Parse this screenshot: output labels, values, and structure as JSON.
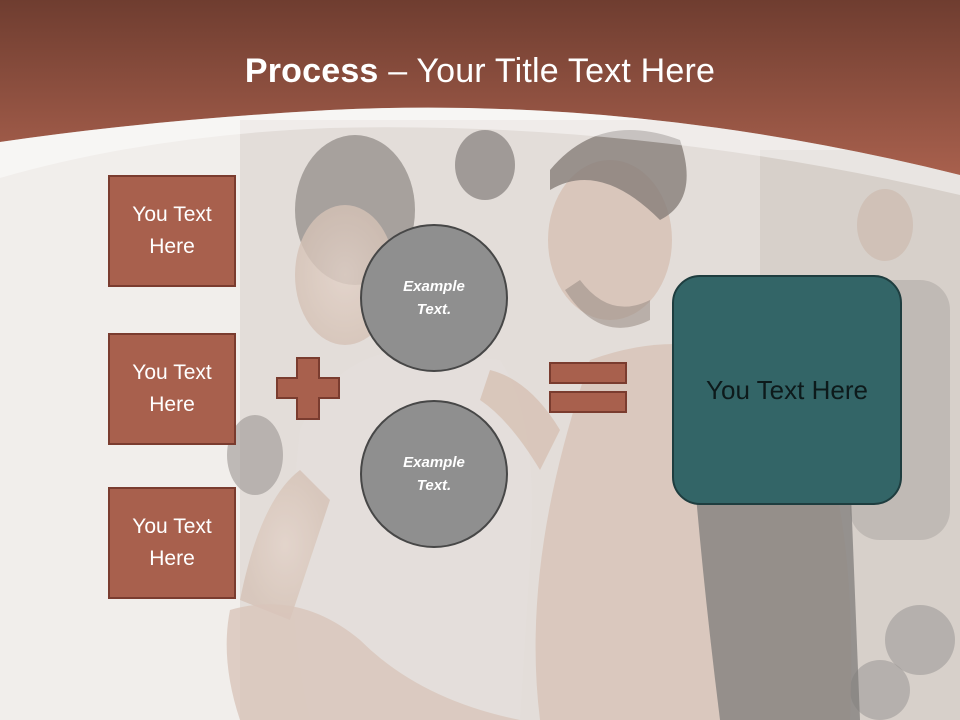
{
  "title": {
    "bold": "Process",
    "rest": " – Your Title Text Here"
  },
  "boxes": [
    "You Text Here",
    "You Text Here",
    "You Text Here"
  ],
  "circles": [
    "Example Text.",
    "Example Text."
  ],
  "result": "You Text Here",
  "colors": {
    "header": "#9b5a48",
    "box_fill": "#a8604d",
    "box_border": "#7a3c2f",
    "circle_fill": "#8f8f8f",
    "result_fill": "#336567"
  },
  "background_image": "man-coaching-woman-with-dumbbell-in-gym"
}
